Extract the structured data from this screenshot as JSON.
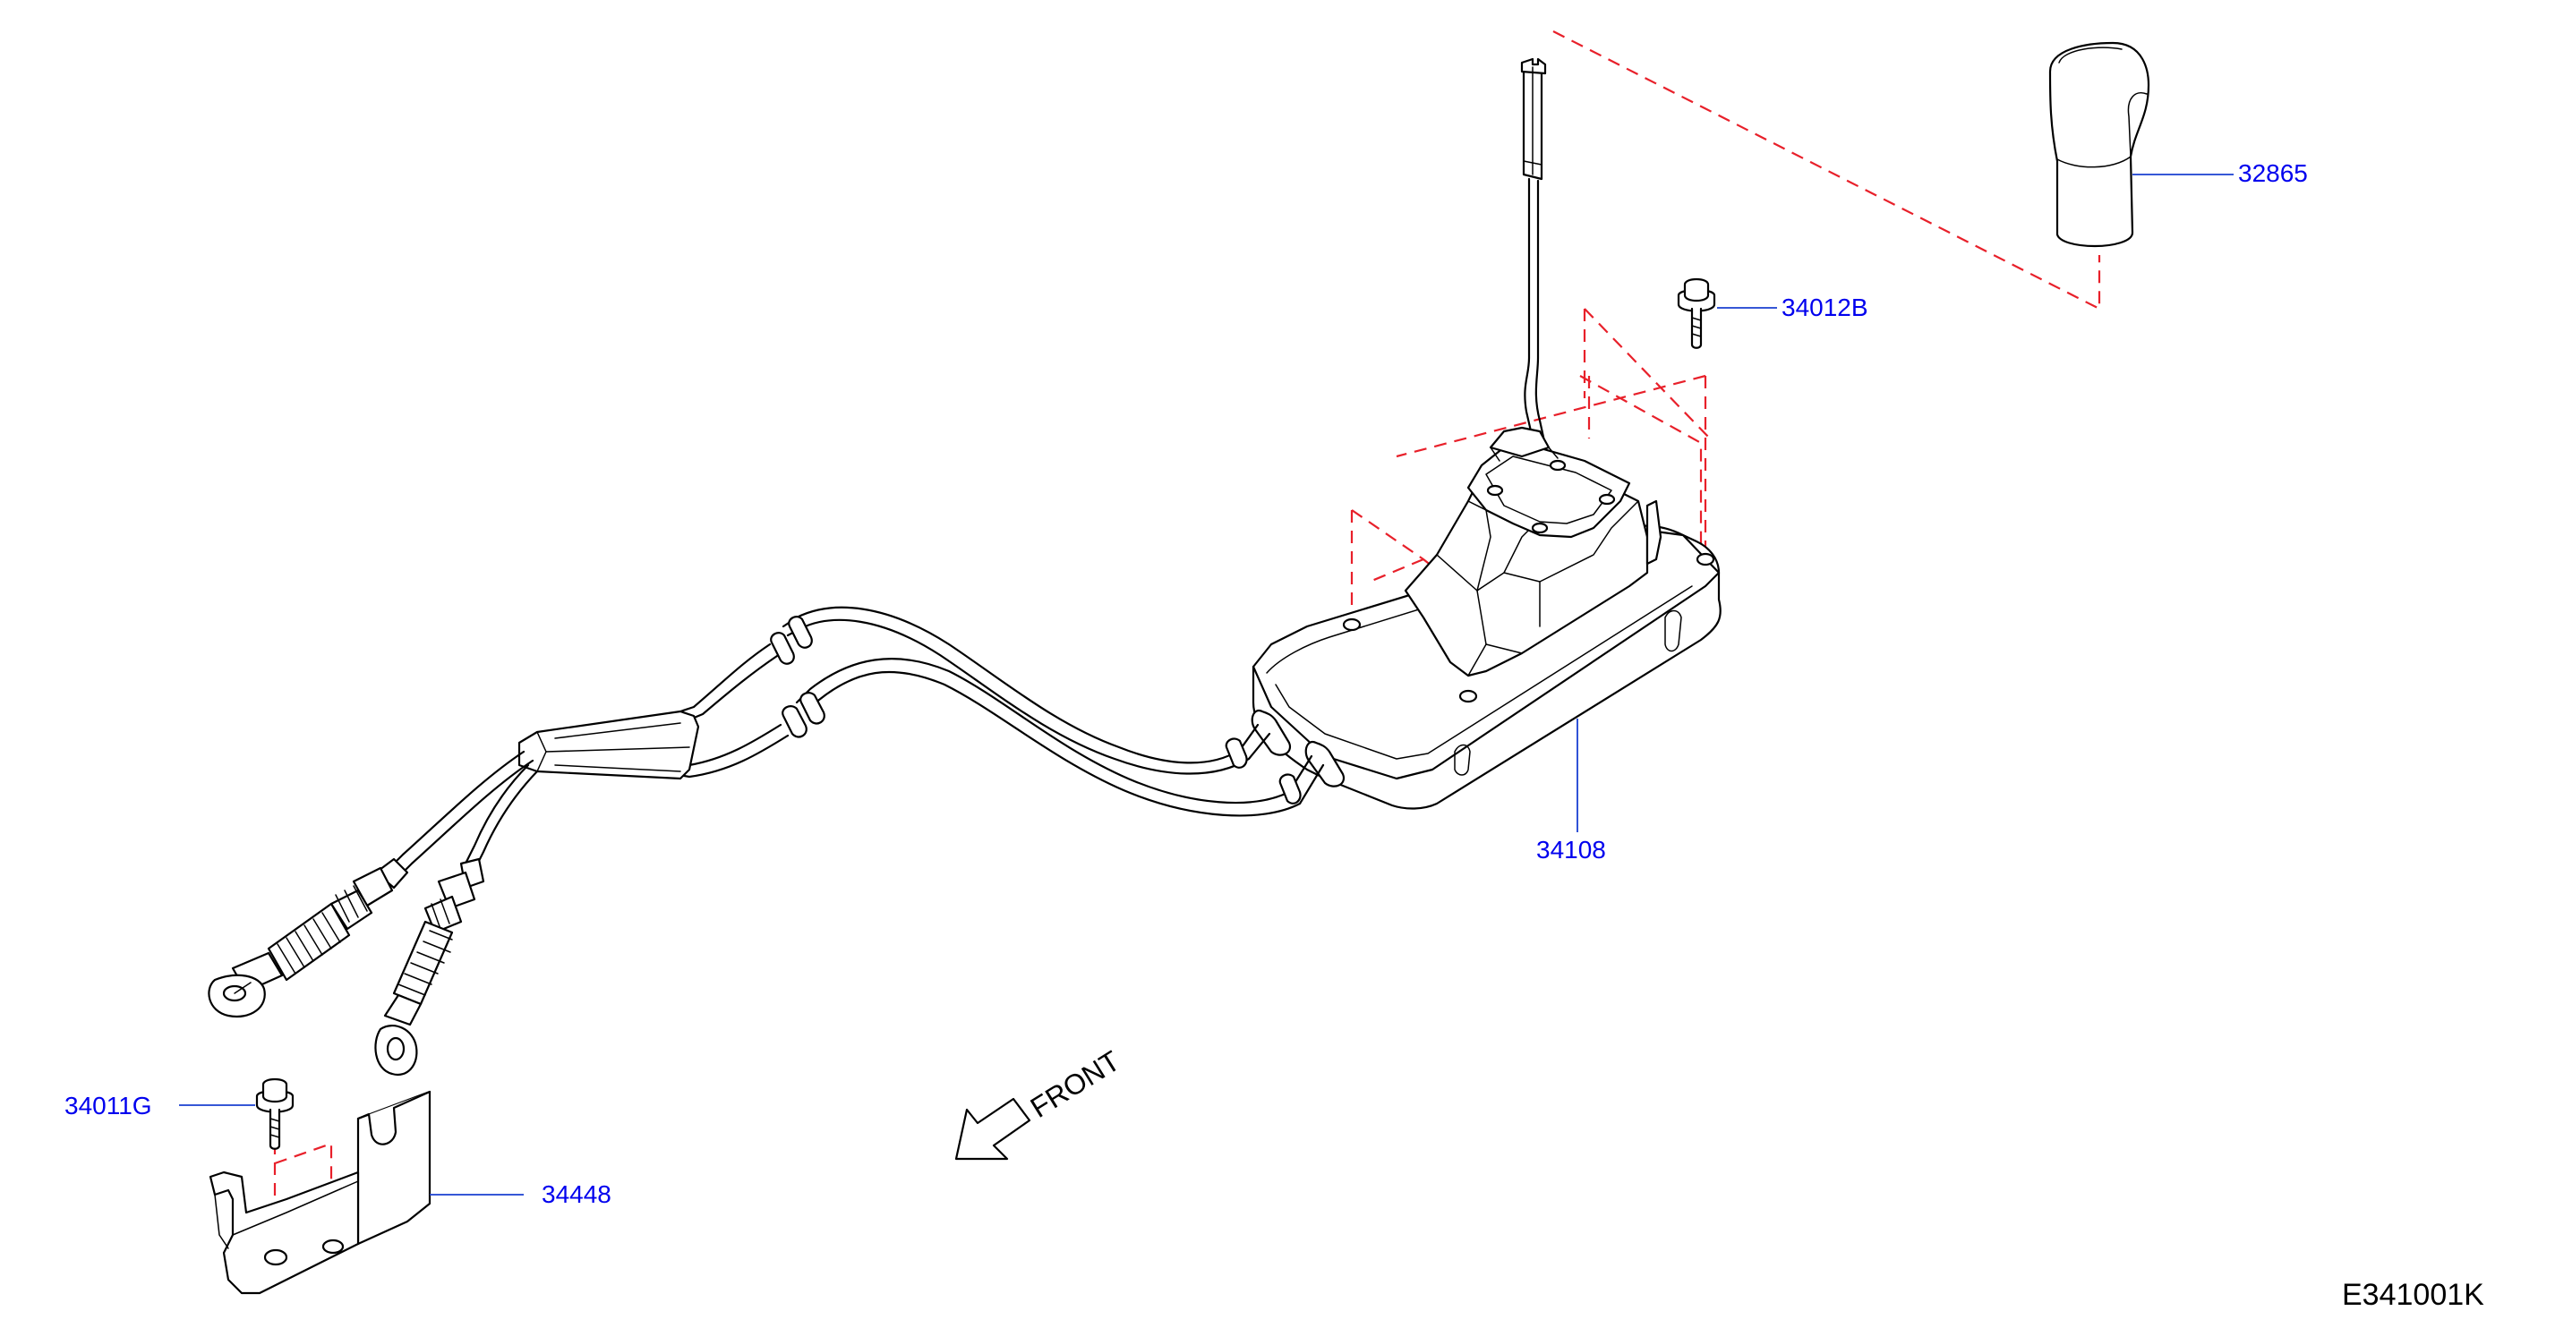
{
  "colors": {
    "label_text": "#0000ee",
    "leader_line": "#1a3fd1",
    "dashed_guide": "#e8202a",
    "part_outline": "#000000",
    "background": "#ffffff",
    "code_text": "#000000"
  },
  "parts": [
    {
      "id": "knob",
      "number": "32865"
    },
    {
      "id": "bolt-upper",
      "number": "34012B"
    },
    {
      "id": "shift-control-assy",
      "number": "34108"
    },
    {
      "id": "bolt-lower",
      "number": "34011G"
    },
    {
      "id": "bracket",
      "number": "34448"
    }
  ],
  "direction": {
    "label": "FRONT",
    "icon": "arrow-down-left-icon"
  },
  "diagram_code": "E341001K"
}
